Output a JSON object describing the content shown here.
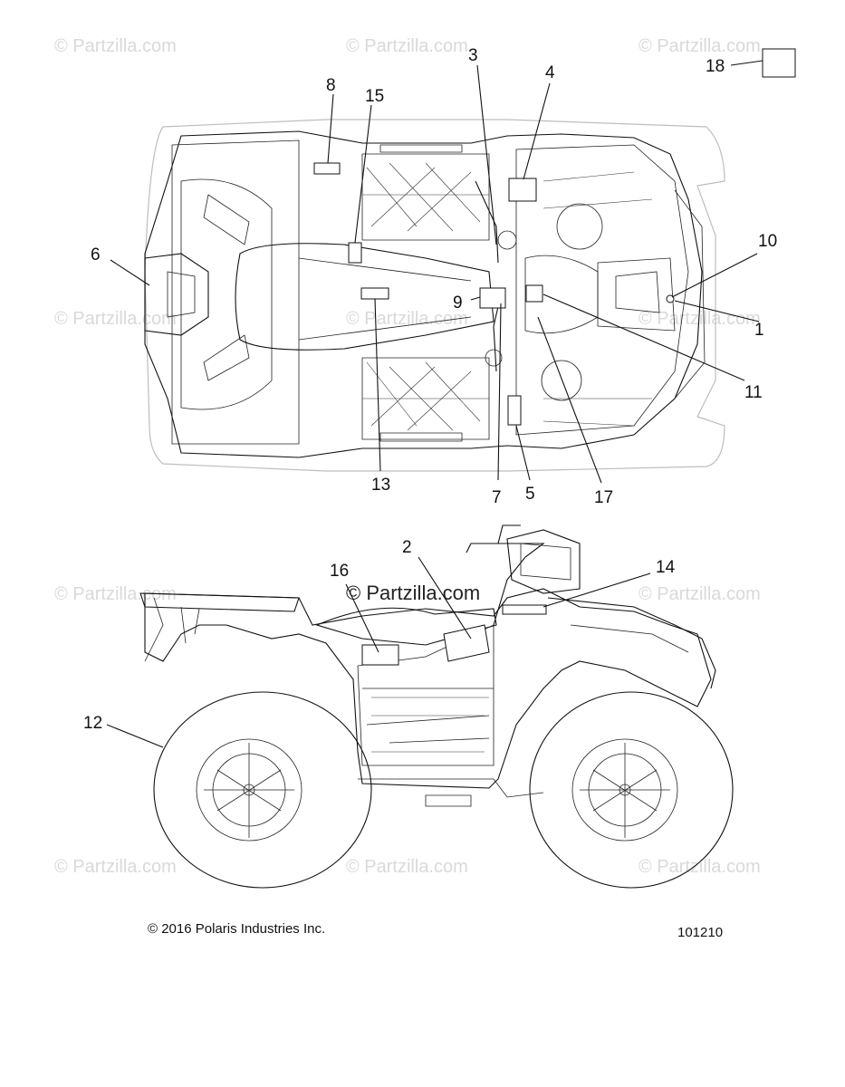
{
  "watermark": {
    "text": "© Partzilla.com"
  },
  "callouts": {
    "c1": "1",
    "c2": "2",
    "c3": "3",
    "c4": "4",
    "c5": "5",
    "c6": "6",
    "c7": "7",
    "c8": "8",
    "c9": "9",
    "c10": "10",
    "c11": "11",
    "c12": "12",
    "c13": "13",
    "c14": "14",
    "c15": "15",
    "c16": "16",
    "c17": "17",
    "c18": "18"
  },
  "footer": {
    "copyright": "© 2016 Polaris Industries Inc.",
    "figure_number": "101210"
  }
}
